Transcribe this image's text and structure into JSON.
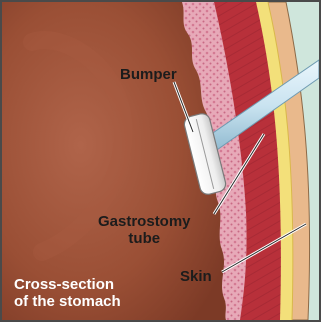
{
  "labels": {
    "bumper": "Bumper",
    "gastrostomy_line1": "Gastrostomy",
    "gastrostomy_line2": "tube",
    "skin": "Skin"
  },
  "caption": {
    "line1": "Cross-section",
    "line2": "of the stomach"
  },
  "colors": {
    "stomach_interior": "#9a4f35",
    "stomach_lining": "#e7a9b8",
    "muscle_layer": "#b8303a",
    "fat_layer": "#f3e07a",
    "skin_layer": "#e9b98c",
    "outside": "#cfe6dc",
    "tube": "#c9e3f0",
    "bumper": "#f2f2f2",
    "caption_text": "#ffffff",
    "label_text": "#1c1c1c"
  }
}
